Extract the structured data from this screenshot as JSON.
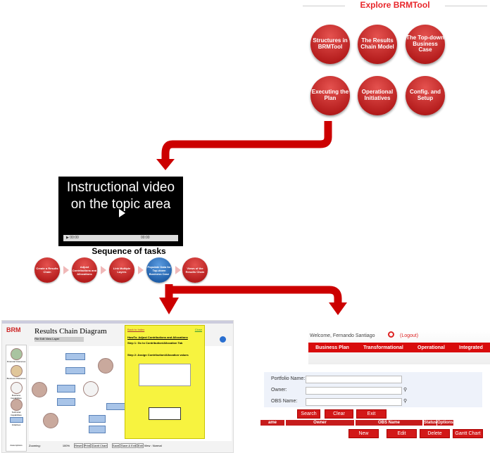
{
  "explore": {
    "title": "Explore BRMTool",
    "items": [
      "Structures in BRMTool",
      "The Results Chain Model",
      "The Top-down Business Case",
      "Executing the Plan",
      "Operational Initiatives",
      "Config. and Setup"
    ]
  },
  "video": {
    "caption": "Instructional video on the topic area",
    "time_start": "00:00",
    "time_end": "00:00"
  },
  "sequence": {
    "title": "Sequence of tasks",
    "steps": [
      "Create a Results Chain",
      "Adjust Contributions and Allocations",
      "Link Multiple Layers",
      "Populate Data for Top-down Business Case",
      "Views of the Results Chain"
    ]
  },
  "results_chain": {
    "title": "Results Chain Diagram",
    "menu": "File  Edit  View  Layer",
    "palette": [
      "Financial Outcomes",
      "Business Outcomes",
      "Business Capabilities",
      "Technical Capabilities",
      "Initiatives",
      "Assumptions"
    ],
    "help": {
      "back": "Back to Index",
      "close": "Close",
      "heading": "HowTo: Adjust Contributions and Allocations",
      "step1": "Step 1: Go to Contribution/Allocation Tab",
      "step2": "Step 2: Assign Contribution/Allocation values"
    },
    "zoom_label": "Zooming:",
    "zoom_value": "100%",
    "buttons": [
      "Reset",
      "Print",
      "Gantt Chart",
      "Save",
      "Save & Exit",
      "Exit"
    ],
    "view": "View : Normal"
  },
  "portfolio": {
    "welcome": "Welcome, Fernando Santiago",
    "logout": "(Logout)",
    "nav": [
      "Business Plan",
      "Transformational",
      "Operational",
      "Integrated"
    ],
    "fields": [
      {
        "label": "Portfolio Name:",
        "value": ""
      },
      {
        "label": "Owner:",
        "value": ""
      },
      {
        "label": "OBS Name:",
        "value": ""
      }
    ],
    "search": "Search",
    "clear": "Clear",
    "exit": "Exit",
    "columns": [
      "ame",
      "Owner",
      "OBS Name",
      "Status",
      "Options"
    ],
    "actions": [
      "New",
      "Edit",
      "Delete",
      "Gantt Chart"
    ]
  }
}
